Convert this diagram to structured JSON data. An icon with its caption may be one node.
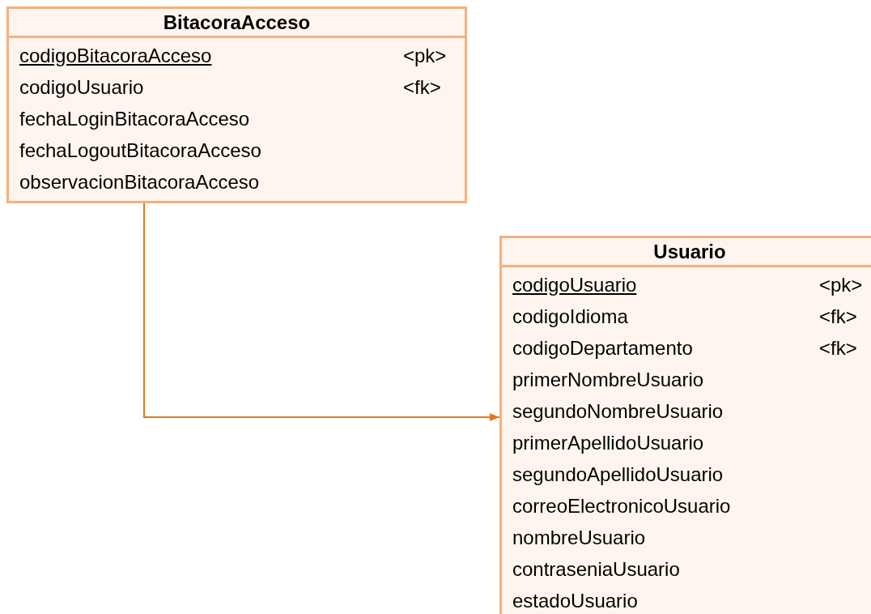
{
  "diagram": {
    "nodes": [
      {
        "text": [
          "BitacoraAcceso",
          "codigoBitacoraAcceso",
          "<pk>",
          "codigoUsuario",
          "<fk>",
          "fechaLoginBitacoraAcceso",
          "fechaLogoutBitacoraAcceso",
          "observacionBitacoraAcceso"
        ]
      },
      {
        "text": [
          "Usuario",
          "codigoUsuario",
          "<pk>",
          "codigoIdioma",
          "<fk>",
          "codigoDepartamento",
          "<fk>",
          "primerNombreUsuario",
          "segundoNombreUsuario",
          "primerApellidoUsuario",
          "segundoApellidoUsuario",
          "correoElectronicoUsuario",
          "nombreUsuario",
          "contraseniaUsuario",
          "estadoUsuario"
        ]
      }
    ],
    "edges": [
      {
        "from": 0,
        "to": 1,
        "arrow": "to"
      }
    ]
  }
}
